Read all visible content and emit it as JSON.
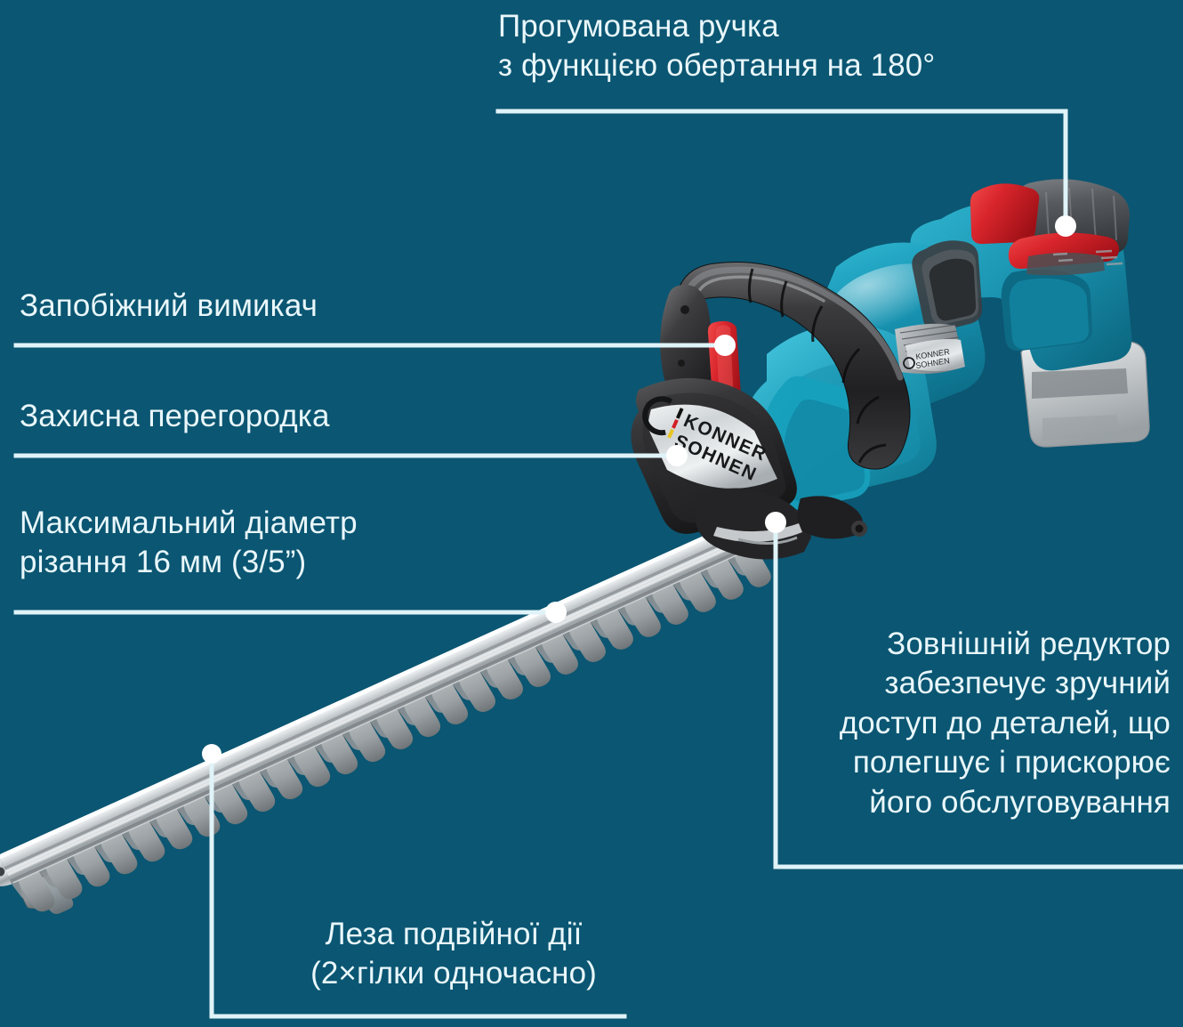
{
  "theme": {
    "background": "#0b5672",
    "text_color": "#e9f7fb",
    "leader_line_color": "#dff3f8",
    "body_teal": "#1f9bb5",
    "body_teal_dark": "#12778f",
    "plastic_black": "#2f2f30",
    "accent_red": "#d8252c",
    "blade_silver": "#cdd2d4",
    "battery_grey": "#c9ccce"
  },
  "product": {
    "brand_line_1": "KONNER",
    "brand_line_2": "SOHNEN",
    "type": "cordless hedge trimmer"
  },
  "callouts": [
    {
      "id": "rubberized-handle",
      "text": "Прогумована ручка\nз функцією обертання на 180°",
      "align": "left"
    },
    {
      "id": "safety-switch",
      "text": "Запобіжний вимикач",
      "align": "left"
    },
    {
      "id": "protective-guard",
      "text": "Захисна перегородка",
      "align": "left"
    },
    {
      "id": "max-cutting-diameter",
      "text": "Максимальний діаметр\nрізання 16 мм (3/5”)",
      "align": "left"
    },
    {
      "id": "external-gearbox",
      "text": "Зовнішній редуктор\nзабезпечує зручний\nдоступ до деталей, що\nполегшує і прискорює\nйого обслуговування",
      "align": "right"
    },
    {
      "id": "double-action-blades",
      "text": "Леза подвійної дії\n(2×гілки одночасно)",
      "align": "center"
    }
  ]
}
